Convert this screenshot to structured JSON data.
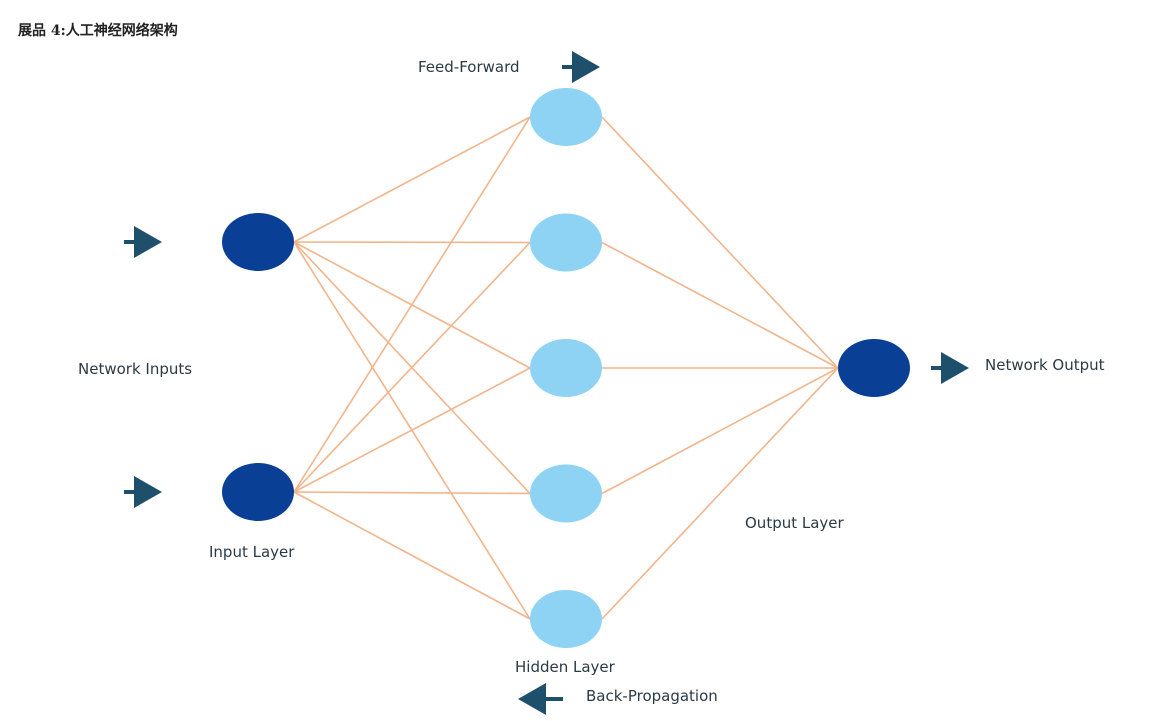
{
  "caption": "展品 4:人工神经网络架构",
  "labels": {
    "feed_forward": "Feed-Forward",
    "network_inputs": "Network Inputs",
    "input_layer": "Input Layer",
    "hidden_layer": "Hidden Layer",
    "output_layer": "Output Layer",
    "network_output": "Network Output",
    "back_propagation": "Back-Propagation"
  },
  "colors": {
    "input_node": "#0a3f96",
    "hidden_node": "#8fd3f4",
    "output_node": "#0a3f96",
    "connection": "#f2b48a",
    "arrow": "#1e4f6b"
  },
  "network": {
    "input_nodes": 2,
    "hidden_nodes": 5,
    "output_nodes": 1
  }
}
